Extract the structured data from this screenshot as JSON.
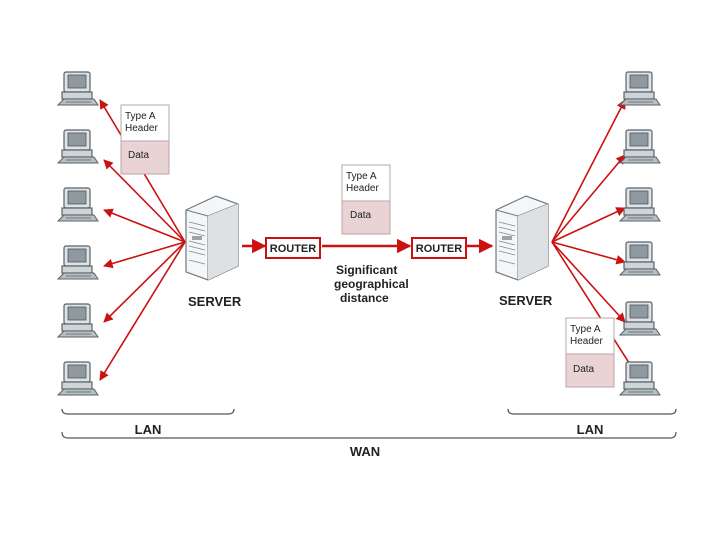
{
  "labels": {
    "server_left": "SERVER",
    "server_right": "SERVER",
    "router_left": "ROUTER",
    "router_right": "ROUTER",
    "distance_line1": "Significant",
    "distance_line2": "geographical",
    "distance_line3": "distance",
    "lan_left": "LAN",
    "lan_right": "LAN",
    "wan": "WAN"
  },
  "packets": [
    {
      "header_line1": "Type A",
      "header_line2": "Header",
      "data": "Data"
    },
    {
      "header_line1": "Type A",
      "header_line2": "Header",
      "data": "Data"
    },
    {
      "header_line1": "Type A",
      "header_line2": "Header",
      "data": "Data"
    }
  ],
  "colors": {
    "link": "#cc1111",
    "packet_header": "#ffffff",
    "packet_data": "#ead3d5",
    "packet_border": "#b9a5a7",
    "router_fill": "#ffffff",
    "computer": "#6f7a80",
    "bracket": "#555555"
  },
  "icons": {
    "workstation": "desktop-computer-icon",
    "server": "server-tower-icon"
  }
}
